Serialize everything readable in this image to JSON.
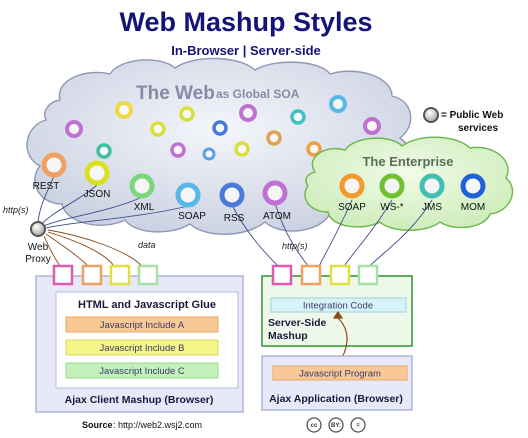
{
  "title": "Web Mashup Styles",
  "subtitle": "In-Browser | Server-side",
  "web_cloud": {
    "title": "The Web",
    "title_suffix": "as Global SOA",
    "services": [
      {
        "label": "REST",
        "color": "#f0a060"
      },
      {
        "label": "JSON",
        "color": "#d8e020"
      },
      {
        "label": "XML",
        "color": "#7cd67c"
      },
      {
        "label": "SOAP",
        "color": "#5ab8e8"
      },
      {
        "label": "RSS",
        "color": "#4a7ad8"
      },
      {
        "label": "ATOM",
        "color": "#c070d0"
      }
    ]
  },
  "legend": {
    "line1": "= Public Web",
    "line2": "services"
  },
  "enterprise": {
    "title": "The Enterprise",
    "services": [
      {
        "label": "SOAP",
        "color": "#f09a30"
      },
      {
        "label": "WS-*",
        "color": "#70c030"
      },
      {
        "label": "JMS",
        "color": "#40c0b0"
      },
      {
        "label": "MOM",
        "color": "#2060d8"
      }
    ]
  },
  "connectors": {
    "http_left": "http(s)",
    "http_right": "http(s)",
    "web_proxy_line1": "Web",
    "web_proxy_line2": "Proxy",
    "data": "data"
  },
  "client_box": {
    "title": "HTML and Javascript Glue",
    "includes": [
      "Javascript Include A",
      "Javascript Include B",
      "Javascript Include C"
    ],
    "footer": "Ajax Client Mashup (Browser)"
  },
  "server_box": {
    "integration": "Integration Code",
    "title_line1": "Server-Side",
    "title_line2": "Mashup"
  },
  "app_box": {
    "program": "Javascript Program",
    "footer": "Ajax Application (Browser)"
  },
  "source": {
    "label": "Source",
    "url": ": http://web2.wsj2.com"
  },
  "license_badge": [
    "cc",
    "BY:",
    "="
  ]
}
